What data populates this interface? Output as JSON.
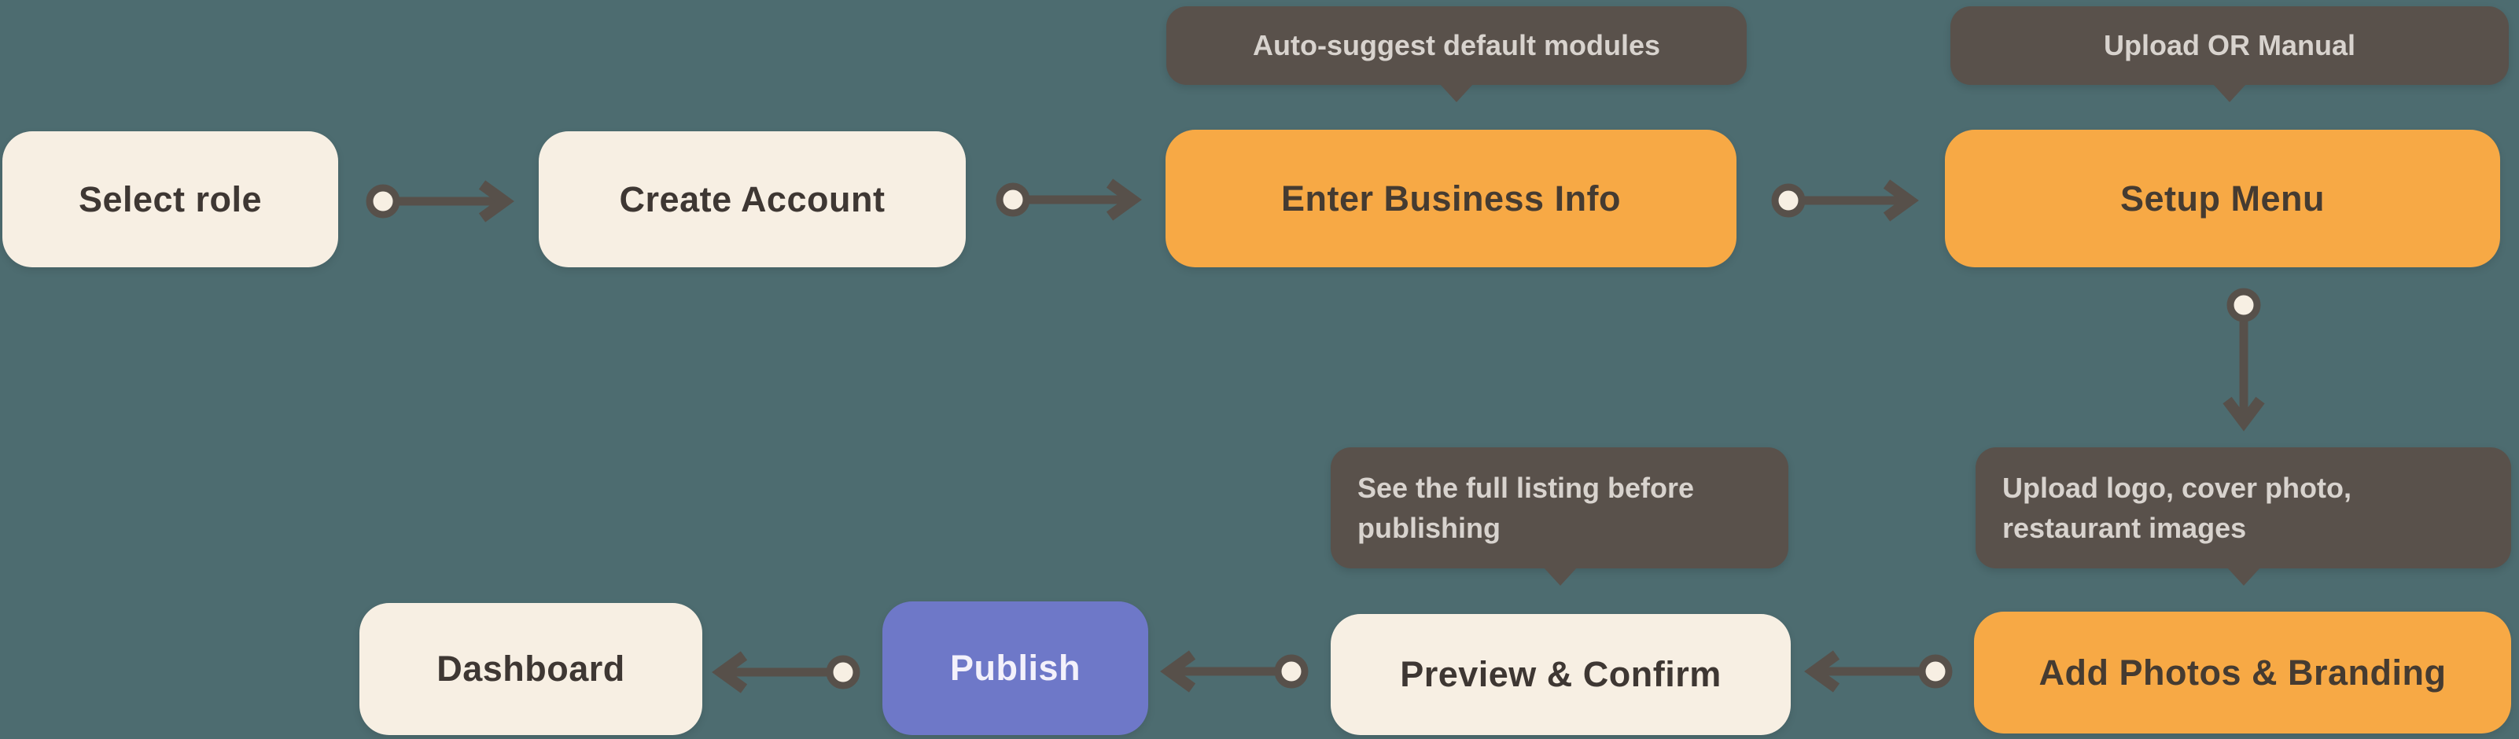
{
  "colors": {
    "background": "#4D6C70",
    "node_cream": "#F7EFE3",
    "node_orange": "#F7A945",
    "node_purple": "#6E78C8",
    "tooltip_bg": "#59514B",
    "connector": "#57504A",
    "connector_dot_fill": "#F7EFE3",
    "node_text_dark": "#3E3733",
    "node_text_on_orange": "#453B31",
    "node_text_on_purple": "#F3F1FB",
    "tooltip_text": "#D8D3CE"
  },
  "nodes": [
    {
      "id": "select-role",
      "label": "Select role",
      "style": "cream"
    },
    {
      "id": "create-account",
      "label": "Create Account",
      "style": "cream"
    },
    {
      "id": "enter-business-info",
      "label": "Enter Business Info",
      "style": "orange"
    },
    {
      "id": "setup-menu",
      "label": "Setup Menu",
      "style": "orange"
    },
    {
      "id": "add-photos-branding",
      "label": "Add Photos & Branding",
      "style": "orange"
    },
    {
      "id": "preview-confirm",
      "label": "Preview & Confirm",
      "style": "cream"
    },
    {
      "id": "publish",
      "label": "Publish",
      "style": "purple"
    },
    {
      "id": "dashboard",
      "label": "Dashboard",
      "style": "cream"
    }
  ],
  "tooltips": [
    {
      "id": "tip-enter-business-info",
      "text": "Auto-suggest default modules",
      "attached_to": "enter-business-info",
      "align": "center"
    },
    {
      "id": "tip-setup-menu",
      "text": "Upload OR Manual",
      "attached_to": "setup-menu",
      "align": "center"
    },
    {
      "id": "tip-preview-confirm",
      "text": "See the full listing before publishing",
      "attached_to": "preview-confirm",
      "align": "left"
    },
    {
      "id": "tip-add-photos",
      "text": "Upload logo, cover photo, restaurant images",
      "attached_to": "add-photos-branding",
      "align": "left"
    }
  ],
  "connectors": [
    {
      "id": "c1",
      "from": "select-role",
      "to": "create-account",
      "direction": "right"
    },
    {
      "id": "c2",
      "from": "create-account",
      "to": "enter-business-info",
      "direction": "right"
    },
    {
      "id": "c3",
      "from": "enter-business-info",
      "to": "setup-menu",
      "direction": "right"
    },
    {
      "id": "c4",
      "from": "setup-menu",
      "to": "add-photos-branding",
      "direction": "down"
    },
    {
      "id": "c5",
      "from": "add-photos-branding",
      "to": "preview-confirm",
      "direction": "left"
    },
    {
      "id": "c6",
      "from": "preview-confirm",
      "to": "publish",
      "direction": "left"
    },
    {
      "id": "c7",
      "from": "publish",
      "to": "dashboard",
      "direction": "left"
    }
  ]
}
